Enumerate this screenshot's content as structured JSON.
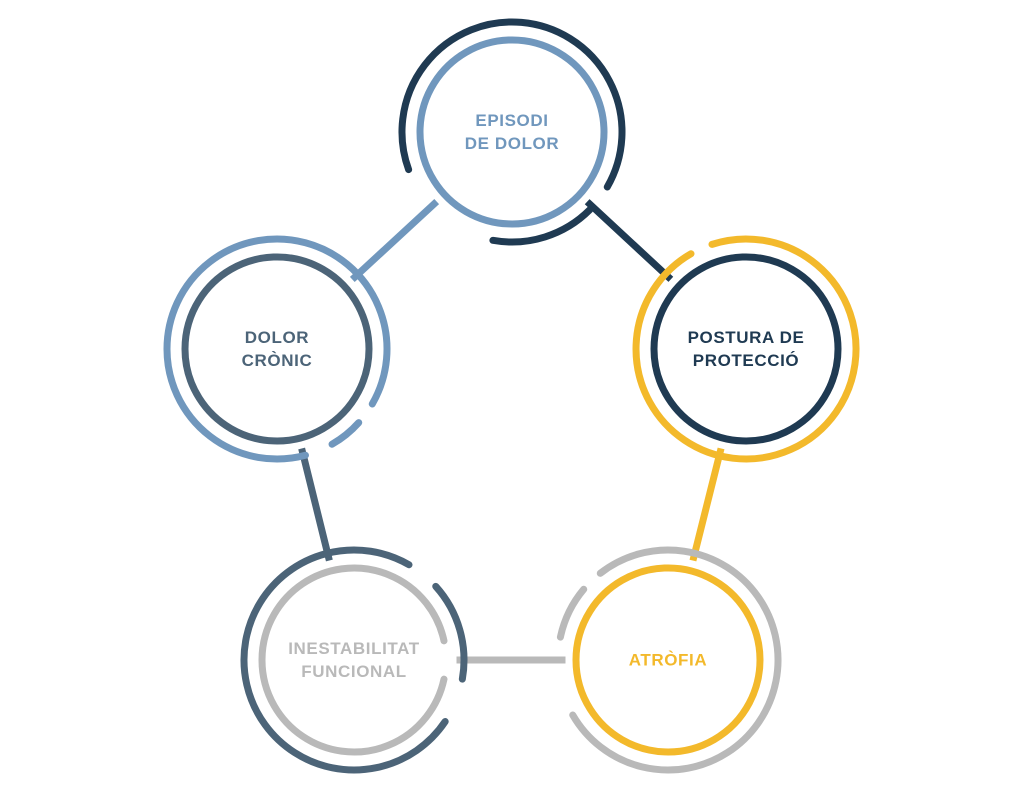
{
  "diagram": {
    "colors": {
      "navy": "#1f3a52",
      "steel": "#4c6478",
      "blue": "#7097bd",
      "gold": "#f3b92b",
      "gray": "#b9b9b9"
    },
    "nodes": [
      {
        "id": "episodi",
        "lines": [
          "EPISODI",
          "DE DOLOR"
        ],
        "text_color": "#7097bd",
        "inner_color": "#7097bd",
        "outer_color": "#1f3a52"
      },
      {
        "id": "postura",
        "lines": [
          "POSTURA DE",
          "PROTECCIÓ"
        ],
        "text_color": "#1f3a52",
        "inner_color": "#1f3a52",
        "outer_color": "#f3b92b"
      },
      {
        "id": "atrofia",
        "lines": [
          "ATRÒFIA"
        ],
        "text_color": "#f3b92b",
        "inner_color": "#f3b92b",
        "outer_color": "#b9b9b9"
      },
      {
        "id": "inestabilitat",
        "lines": [
          "INESTABILITAT",
          "FUNCIONAL"
        ],
        "text_color": "#b9b9b9",
        "inner_color": "#b9b9b9",
        "outer_color": "#4c6478"
      },
      {
        "id": "dolor",
        "lines": [
          "DOLOR",
          "CRÒNIC"
        ],
        "text_color": "#4c6478",
        "inner_color": "#4c6478",
        "outer_color": "#7097bd"
      }
    ],
    "connectors": [
      {
        "from": "episodi",
        "to": "postura",
        "color": "#1f3a52"
      },
      {
        "from": "postura",
        "to": "atrofia",
        "color": "#f3b92b"
      },
      {
        "from": "atrofia",
        "to": "inestabilitat",
        "color": "#b9b9b9"
      },
      {
        "from": "inestabilitat",
        "to": "dolor",
        "color": "#4c6478"
      },
      {
        "from": "dolor",
        "to": "episodi",
        "color": "#7097bd"
      }
    ]
  }
}
